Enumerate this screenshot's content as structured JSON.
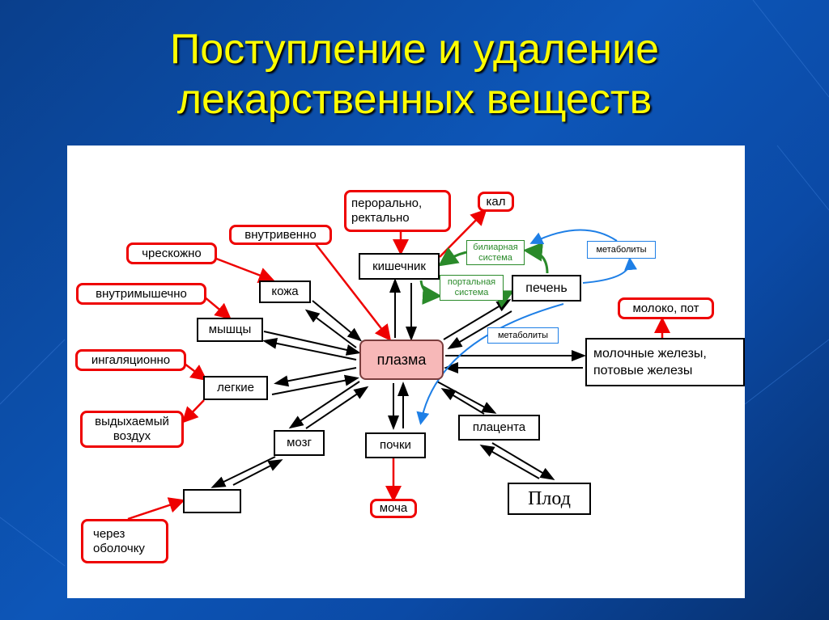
{
  "slide": {
    "title_line1": "Поступление и удаление",
    "title_line2": "лекарственных веществ"
  },
  "diagram": {
    "routes": {
      "oral_rectal": [
        "перорально,",
        "ректально"
      ],
      "intravenous": "внутривенно",
      "transdermal": "чрескожно",
      "intramuscular": "внутримышечно",
      "inhalation": "ингаляционно",
      "through_membrane": [
        "через",
        "оболочку"
      ]
    },
    "outputs": {
      "feces": "кал",
      "milk_sweat": "молоко, пот",
      "exhaled_air": [
        "выдыхаемый",
        "воздух"
      ],
      "urine": "моча"
    },
    "organs": {
      "intestine": "кишечник",
      "liver": "печень",
      "skin": "кожа",
      "muscles": "мышцы",
      "lungs": "легкие",
      "brain": "мозг",
      "kidneys": "почки",
      "placenta": "плацента",
      "glands": [
        "молочные железы,",
        "потовые железы"
      ],
      "fetus": "Плод",
      "plasma": "плазма"
    },
    "systems": {
      "biliary": [
        "билиарная",
        "система"
      ],
      "portal": [
        "портальная",
        "система"
      ],
      "metabolites_top": "метаболиты",
      "metabolites_low": "метаболиты"
    },
    "colors": {
      "route": "#e00000",
      "exchange": "#000000",
      "system": "#2a8a2a",
      "metabolite": "#1e7fe6",
      "plasma": "#f7b8b8"
    }
  }
}
